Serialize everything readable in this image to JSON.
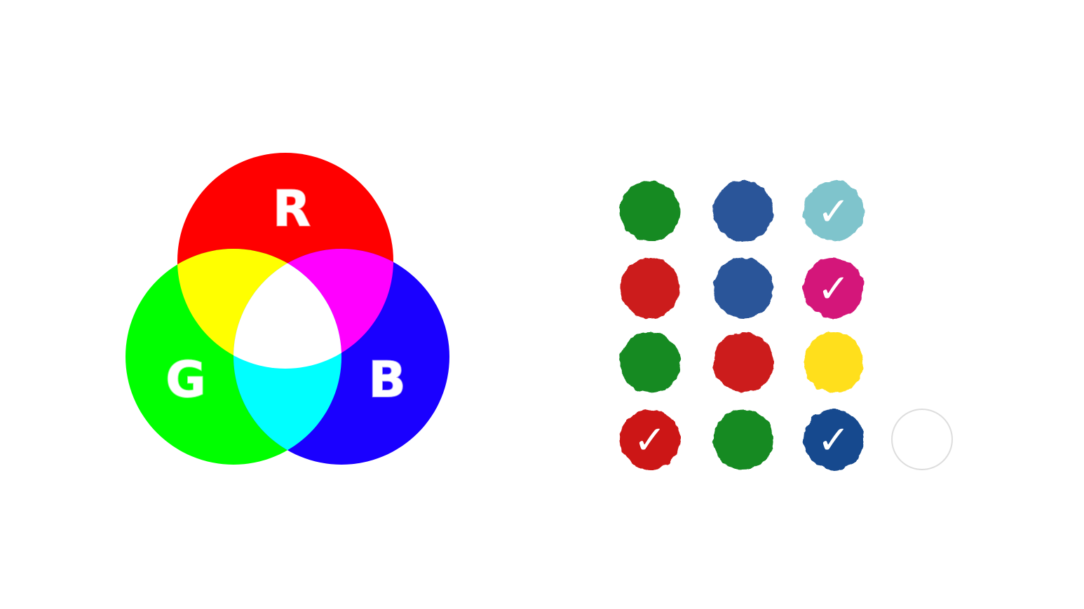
{
  "venn": {
    "labels": {
      "red": "R",
      "green": "G",
      "blue": "B"
    },
    "colors": {
      "red": "#ff0000",
      "green": "#00ff00",
      "blue": "#1a00ff",
      "red_green": "#ffff00",
      "red_blue": "#ff00ff",
      "green_blue": "#00ffff",
      "all": "#ffffff"
    }
  },
  "swatches": {
    "check_symbol": "✓",
    "rows": [
      [
        {
          "color": "#138a22",
          "checked": false
        },
        {
          "color": "#2a5599",
          "checked": false
        },
        {
          "color": "#7fc4cc",
          "checked": true
        }
      ],
      [
        {
          "color": "#cc1f1f",
          "checked": false
        },
        {
          "color": "#2a5599",
          "checked": false
        },
        {
          "color": "#d4197a",
          "checked": true
        }
      ],
      [
        {
          "color": "#138a22",
          "checked": false
        },
        {
          "color": "#cc1f1f",
          "checked": false
        },
        {
          "color": "#ffdf1a",
          "checked": false
        }
      ],
      [
        {
          "color": "#cc1515",
          "checked": true
        },
        {
          "color": "#138a22",
          "checked": false
        },
        {
          "color": "#144a8e",
          "checked": true
        },
        {
          "color": "#ffffff",
          "checked": false,
          "outlined": true
        }
      ]
    ]
  }
}
